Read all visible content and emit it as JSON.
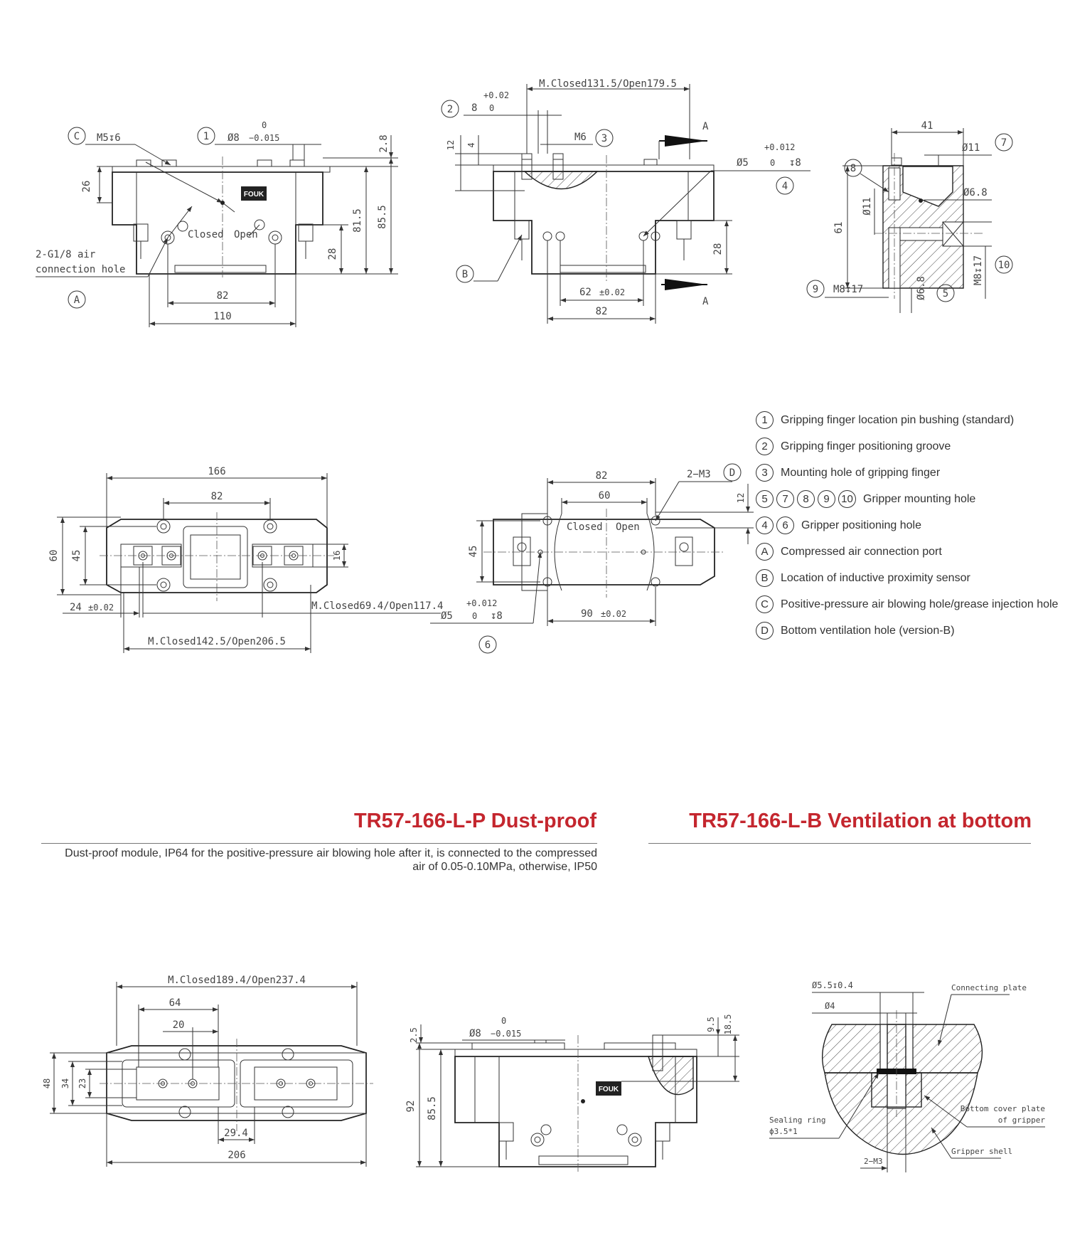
{
  "legend": [
    {
      "marks": [
        "1"
      ],
      "text": "Gripping finger location pin bushing (standard)"
    },
    {
      "marks": [
        "2"
      ],
      "text": "Gripping finger positioning groove"
    },
    {
      "marks": [
        "3"
      ],
      "text": "Mounting hole of gripping finger"
    },
    {
      "marks": [
        "5",
        "7",
        "8",
        "9",
        "10"
      ],
      "text": "Gripper mounting hole"
    },
    {
      "marks": [
        "4",
        "6"
      ],
      "text": "Gripper positioning hole"
    },
    {
      "marks": [
        "A"
      ],
      "text": "Compressed air connection port"
    },
    {
      "marks": [
        "B"
      ],
      "text": "Location of inductive proximity sensor"
    },
    {
      "marks": [
        "C"
      ],
      "text": "Positive-pressure air blowing hole/grease injection hole"
    },
    {
      "marks": [
        "D"
      ],
      "text": "Bottom ventilation hole (version-B)"
    }
  ],
  "section_left": {
    "title": "TR57-166-L-P Dust-proof",
    "description": "Dust-proof module, IP64 for the positive-pressure air blowing hole after it, is connected to the compressed air of 0.05-0.10MPa, otherwise, IP50"
  },
  "section_right": {
    "title": "TR57-166-L-B Ventilation at bottom"
  },
  "brand": "FOUK",
  "v1": {
    "c_label": "C",
    "m5": "M5",
    "m5_depth": "6",
    "m5_full": "M5↧6",
    "n1": "1",
    "phi8": "Ø8",
    "phi8_top": "0",
    "phi8_bot": "−0.015",
    "d26": "26",
    "d28_top": "2.8",
    "d81": "81.5",
    "d85": "85.5",
    "d28": "28",
    "closed": "Closed",
    "open": "Open",
    "air1": "2-G1/8 air",
    "air2": "connection hole",
    "a_label": "A",
    "d82": "82",
    "d110": "110"
  },
  "v2": {
    "mclosed": "M.Closed131.5/Open179.5",
    "n2": "2",
    "d8": "8",
    "tol_top": "+0.02",
    "tol_bot": "0",
    "d12": "12",
    "d4": "4",
    "m6": "M6",
    "n3": "3",
    "phi5": "Ø5",
    "phi5_top": "+0.012",
    "phi5_bot": "0",
    "phi5_depth": "↧8",
    "n4": "4",
    "a_top": "A",
    "a_bot": "A",
    "b_label": "B",
    "d28": "28",
    "d62": "62",
    "d62_tol": "±0.02",
    "d82": "82"
  },
  "v3": {
    "d41": "41",
    "phi11_r": "Ø11",
    "n7": "7",
    "n8": "8",
    "phi11_l": "Ø11",
    "phi68_r": "Ø6.8",
    "d61": "61",
    "m8_17_r": "M8↧17",
    "n10": "10",
    "n9": "9",
    "m8_17_l": "M8↧17",
    "phi68_b": "Ø6.8",
    "n5": "5"
  },
  "v4": {
    "d166": "166",
    "d82": "82",
    "d60": "60",
    "d45": "45",
    "d16": "16",
    "d24": "24",
    "d24_tol": "±0.02",
    "mclosed_a": "M.Closed69.4/Open117.4",
    "mclosed_b": "M.Closed142.5/Open206.5"
  },
  "v5": {
    "d82": "82",
    "d60": "60",
    "m3": "2−M3",
    "d_label": "D",
    "d12": "12",
    "d45": "45",
    "closed": "Closed",
    "open": "Open",
    "phi5": "Ø5",
    "phi5_top": "+0.012",
    "phi5_bot": "0",
    "phi5_depth": "↧8",
    "n6": "6",
    "d90": "90",
    "d90_tol": "±0.02"
  },
  "v6": {
    "mclosed": "M.Closed189.4/Open237.4",
    "d64": "64",
    "d20": "20",
    "d48": "48",
    "d34": "34",
    "d23": "23",
    "d29": "29.4",
    "d206": "206"
  },
  "v7": {
    "d25": "2.5",
    "phi8": "Ø8",
    "phi8_top": "0",
    "phi8_bot": "−0.015",
    "d95": "9.5",
    "d185": "18.5",
    "d92": "92",
    "d855": "85.5"
  },
  "v8": {
    "phi55": "Ø5.5↧0.4",
    "phi4": "Ø4",
    "connecting": "Connecting plate",
    "sealing1": "Sealing ring",
    "sealing2": "ϕ3.5*1",
    "bottom1": "Bottom cover plate",
    "bottom2": "of gripper",
    "m3": "2−M3",
    "shell": "Gripper shell"
  }
}
